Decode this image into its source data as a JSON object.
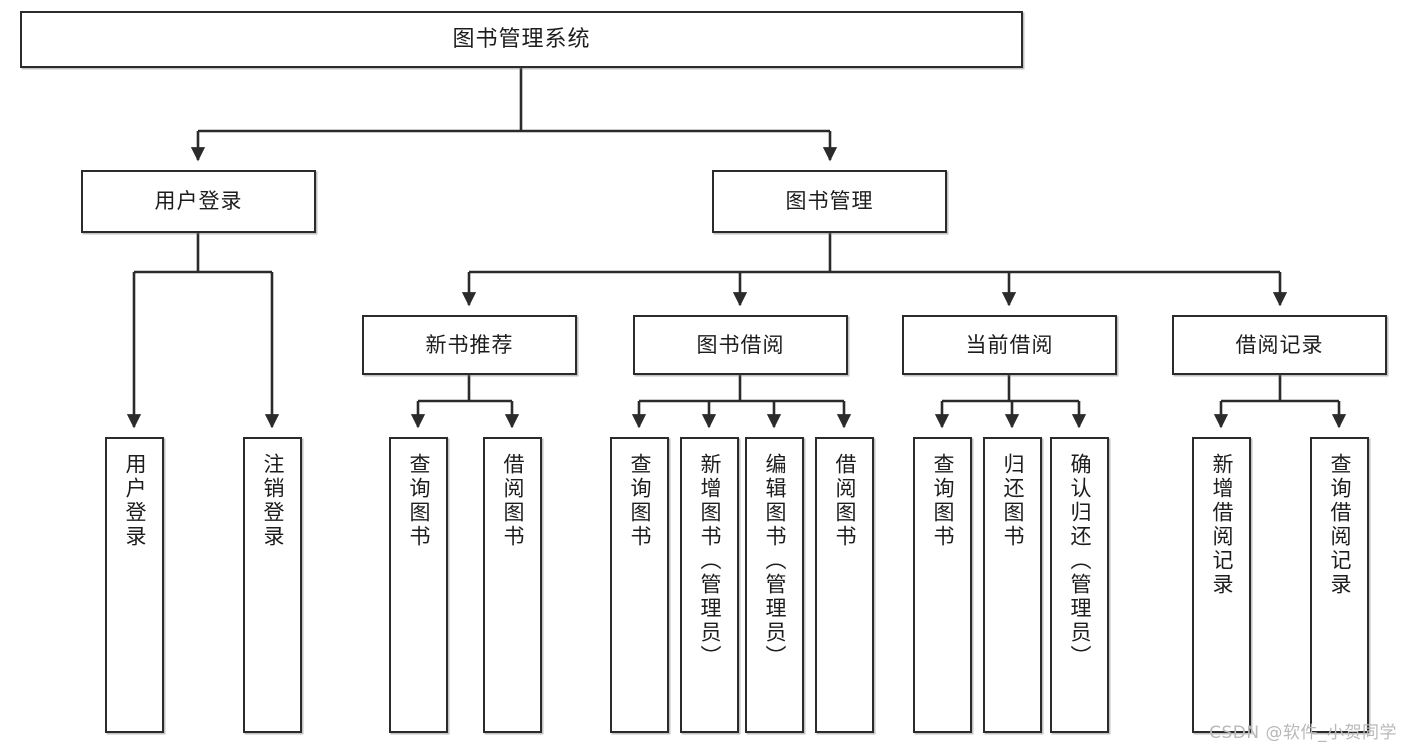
{
  "diagram": {
    "title": "图书管理系统",
    "type": "hierarchy-tree",
    "root": {
      "label": "图书管理系统"
    },
    "level1": [
      {
        "label": "用户登录"
      },
      {
        "label": "图书管理"
      }
    ],
    "level2": [
      {
        "label": "新书推荐"
      },
      {
        "label": "图书借阅"
      },
      {
        "label": "当前借阅"
      },
      {
        "label": "借阅记录"
      }
    ],
    "leaves": [
      {
        "label": "用户登录"
      },
      {
        "label": "注销登录"
      },
      {
        "label": "查询图书"
      },
      {
        "label": "借阅图书"
      },
      {
        "label": "查询图书"
      },
      {
        "label": "新增图书（管理员）"
      },
      {
        "label": "编辑图书（管理员）"
      },
      {
        "label": "借阅图书"
      },
      {
        "label": "查询图书"
      },
      {
        "label": "归还图书"
      },
      {
        "label": "确认归还（管理员）"
      },
      {
        "label": "新增借阅记录"
      },
      {
        "label": "查询借阅记录"
      }
    ]
  },
  "watermark": {
    "text": "CSDN @软件_小贺同学"
  },
  "colors": {
    "background": "#ffffff",
    "border": "#2b2b2b",
    "text": "#1d1d1d",
    "connector": "#2b2b2b",
    "watermark": "#b9b9b9"
  }
}
